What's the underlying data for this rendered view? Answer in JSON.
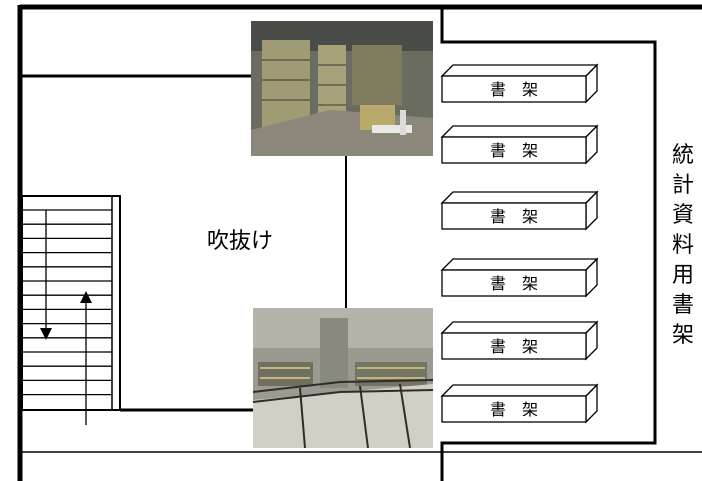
{
  "floor_plan": {
    "void_label": "吹抜け",
    "shelf_label": "書　架",
    "shelves": [
      {
        "label": "書　架"
      },
      {
        "label": "書　架"
      },
      {
        "label": "書　架"
      },
      {
        "label": "書　架"
      },
      {
        "label": "書　架"
      },
      {
        "label": "書　架"
      }
    ],
    "stat_shelf_label": [
      "統",
      "計",
      "資",
      "料",
      "用",
      "書",
      "架"
    ],
    "photos": [
      {
        "subject": "library-stacks-photo",
        "palette": [
          "#5a5f55",
          "#8c8a6e",
          "#3b3f3a",
          "#c9c4a0"
        ]
      },
      {
        "subject": "atrium-railing-photo",
        "palette": [
          "#8a8a82",
          "#b8b6aa",
          "#4a4c46",
          "#d8d6cc"
        ]
      }
    ]
  }
}
